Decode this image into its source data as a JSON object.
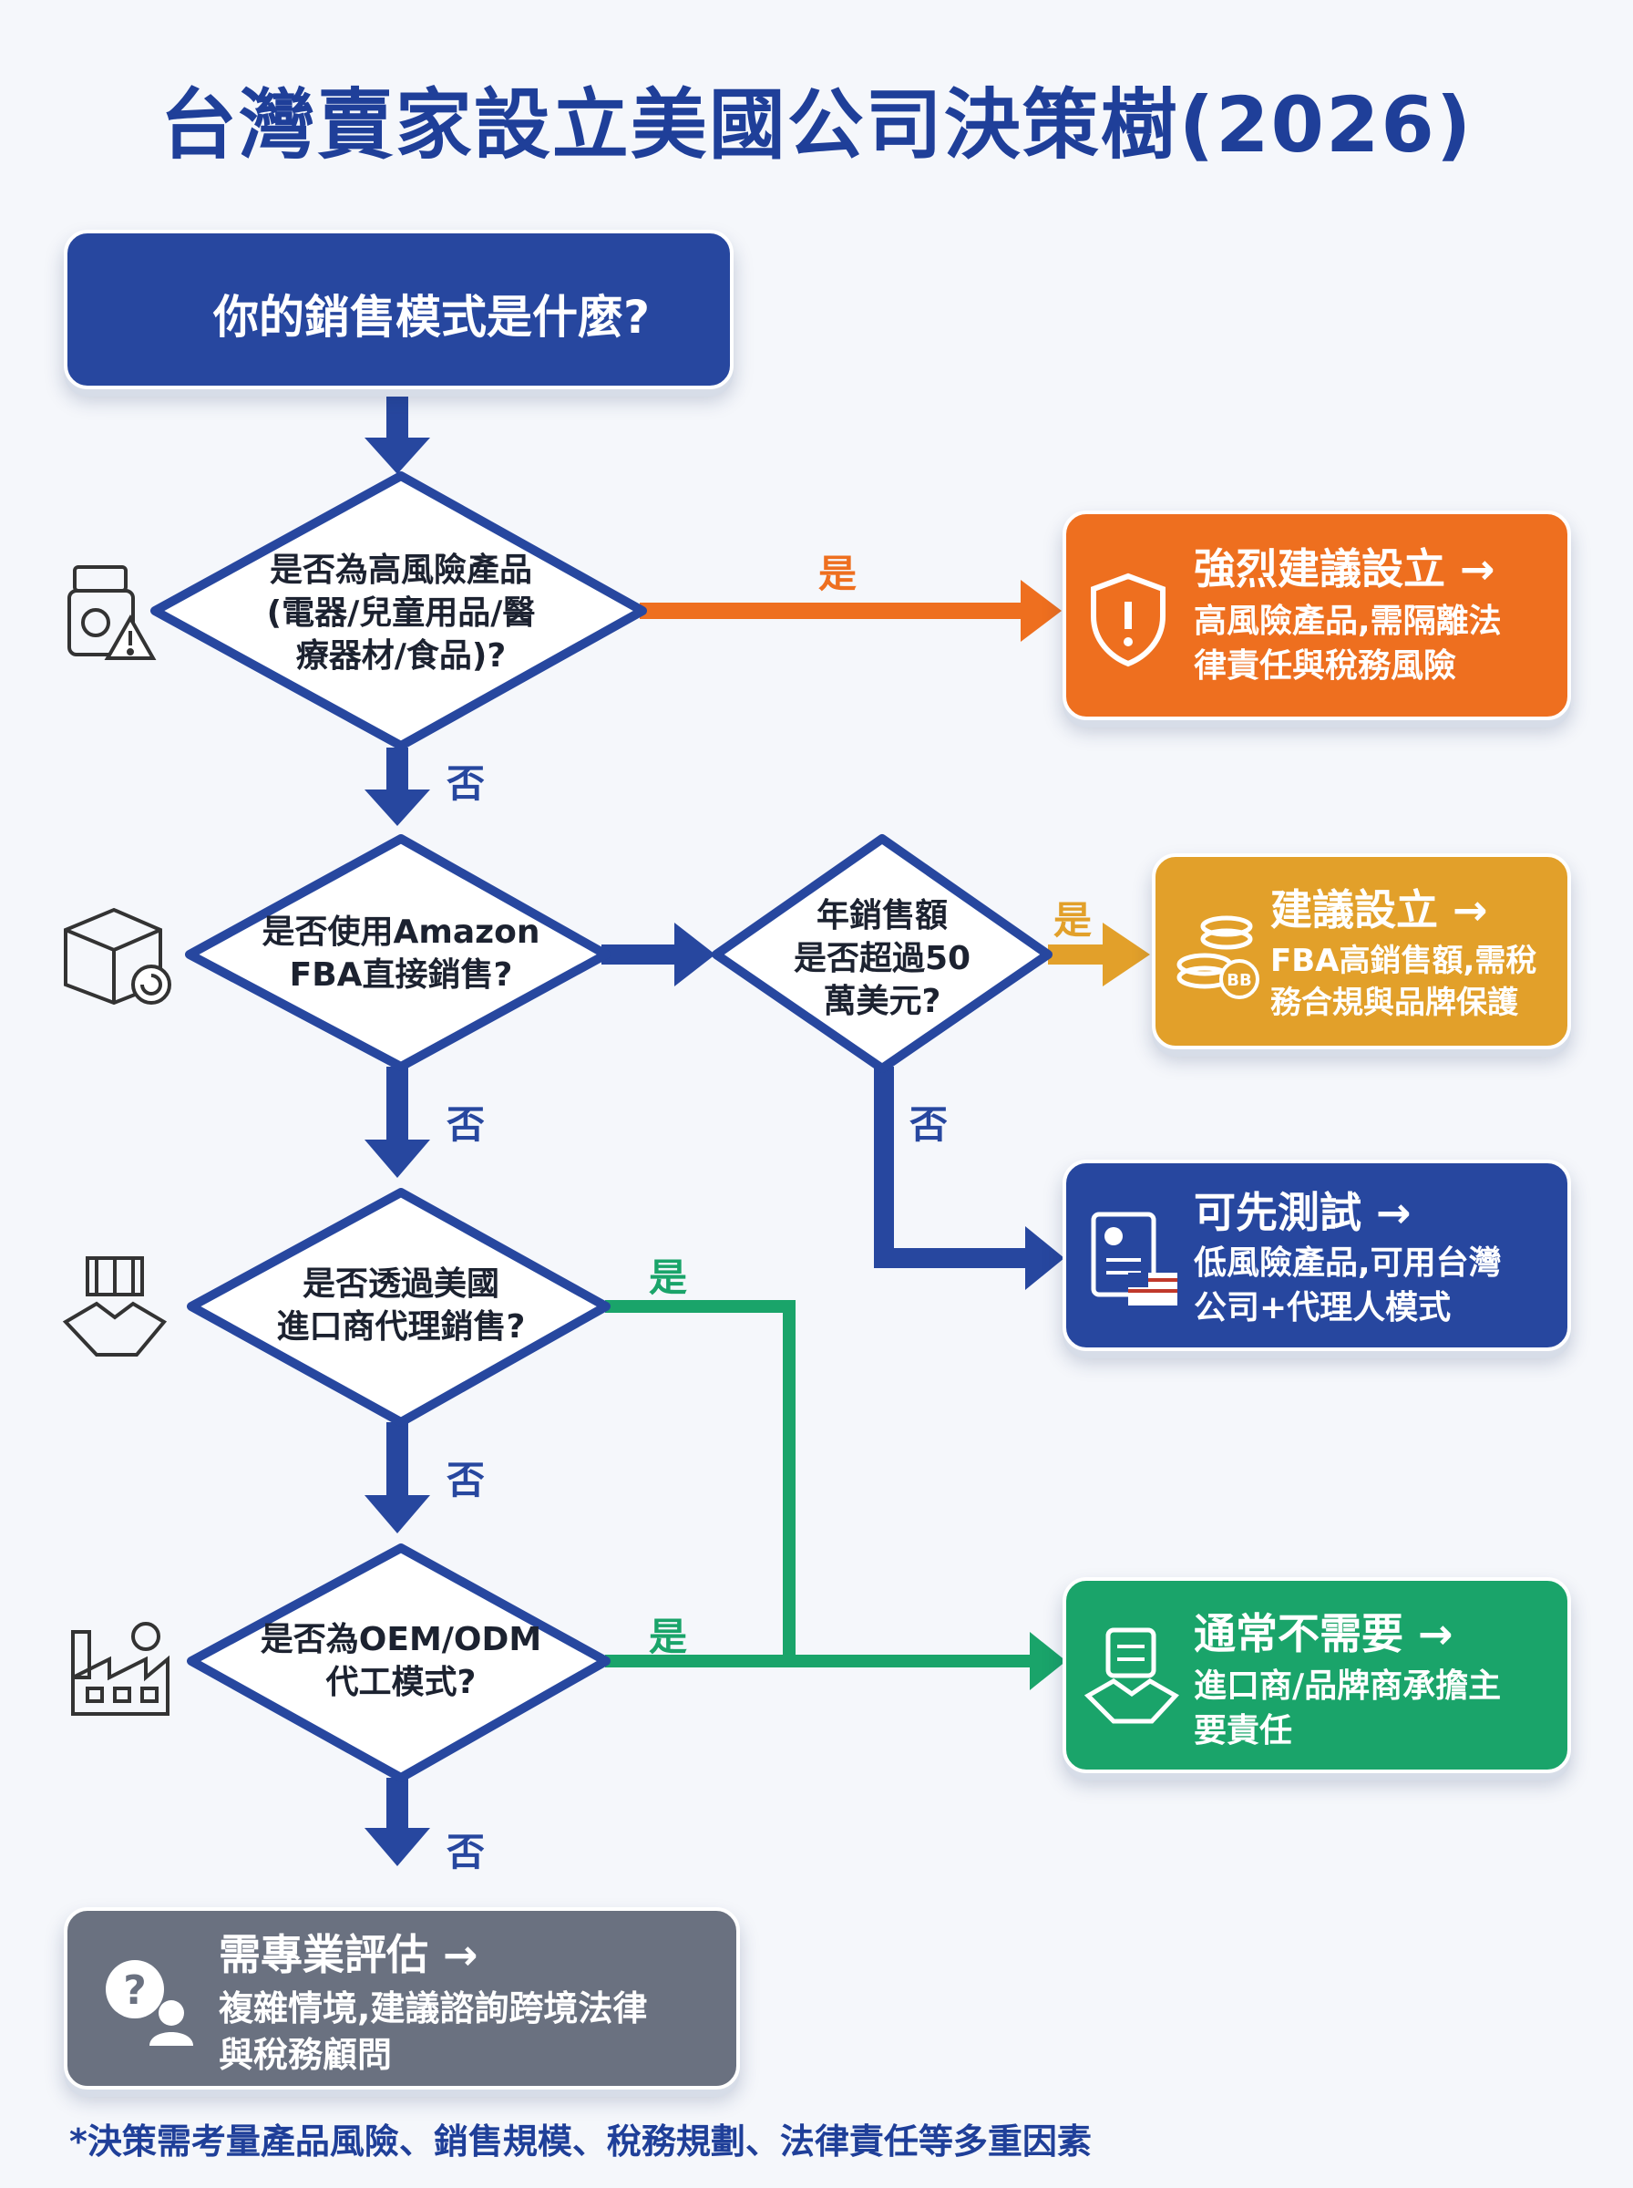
{
  "title": "台灣賣家設立美國公司決策樹(2026)",
  "start": {
    "label": "你的銷售模式是什麼?"
  },
  "decisions": {
    "high_risk": "是否為高風險產品\n(電器/兒童用品/醫\n療器材/食品)?",
    "fba": "是否使用Amazon\nFBA直接銷售?",
    "sales": "年銷售額\n是否超過50\n萬美元?",
    "importer": "是否透過美國\n進口商代理銷售?",
    "oem": "是否為OEM/ODM\n代工模式?"
  },
  "outcomes": {
    "strong": {
      "title": "強烈建議設立 →",
      "desc": "高風險產品,需隔離法\n律責任與稅務風險"
    },
    "recommend": {
      "title": "建議設立 →",
      "desc": "FBA高銷售額,需稅\n務合規與品牌保護"
    },
    "test": {
      "title": "可先測試 →",
      "desc": "低風險產品,可用台灣\n公司+代理人模式"
    },
    "not_needed": {
      "title": "通常不需要 →",
      "desc": "進口商/品牌商承擔主\n要責任"
    },
    "professional": {
      "title": "需專業評估 →",
      "desc": "複雜情境,建議諮詢跨境法律\n與稅務顧問"
    }
  },
  "edge_labels": {
    "yes": "是",
    "no": "否"
  },
  "coin_badge": "BB",
  "footnote": "*決策需考量產品風險、銷售規模、稅務規劃、法律責任等多重因素",
  "colors": {
    "navy": "#27479f",
    "orange": "#ee6f1f",
    "gold": "#e2a02a",
    "green": "#1aa46a",
    "gray": "#6a7180",
    "blue_box": "#27479f"
  },
  "icons": [
    "growth-gear-icon",
    "hazard-bottle-icon",
    "return-box-icon",
    "ship-handshake-icon",
    "factory-gear-icon",
    "shield-warning-icon",
    "coins-icon",
    "document-flag-icon",
    "handshake-icon",
    "question-person-icon"
  ]
}
